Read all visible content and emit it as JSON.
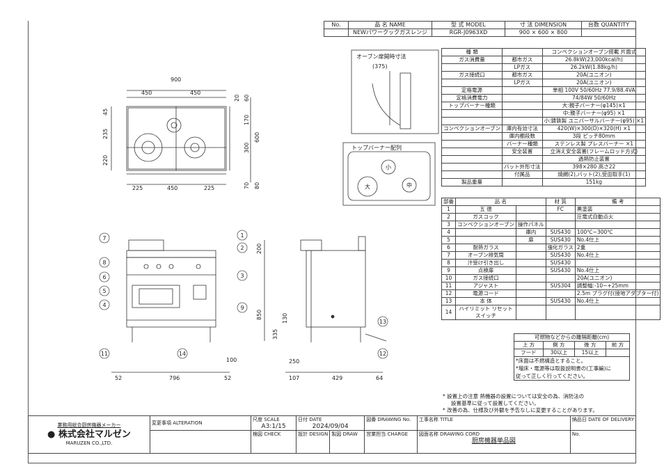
{
  "header": {
    "no_label": "No.",
    "name_label": "品 名 NAME",
    "model_label": "型 式 MODEL",
    "dimension_label": "寸 法 DIMENSION",
    "quantity_label": "台数 QUANTITY",
    "name": "NEWパワークックガスレンジ",
    "model": "RGR-J0963XD",
    "dimension": "900 × 600 × 800"
  },
  "specs": [
    [
      "種 類",
      "",
      "コンベクションオーブン搭載 片面式"
    ],
    [
      "ガス消費量",
      "都市ガス",
      "26.8kW(23,000kcal/h)"
    ],
    [
      "",
      "LPガス",
      "26.2kW(1.88kg/h)"
    ],
    [
      "ガス接続口",
      "都市ガス",
      "20A(ユニオン)"
    ],
    [
      "",
      "LPガス",
      "20A(ユニオン)"
    ],
    [
      "定格電源",
      "",
      "単相 100V 50/60Hz 77.9/88.4VA"
    ],
    [
      "定格消費電力",
      "",
      "74/84W 50/60Hz"
    ],
    [
      "トップバーナー種類",
      "",
      "大:親子バーナー(φ145)×1"
    ],
    [
      "",
      "",
      "中:親子バーナー(φ95) ×1"
    ],
    [
      "",
      "",
      "小:鋳鉄製 ユニバーサルバーナー(φ95) ×1"
    ],
    [
      "コンベクションオーブン",
      "庫内有効寸法",
      "420(W)×300(D)×320(H) ×1"
    ],
    [
      "",
      "庫内棚段数",
      "3段 ピッチ80mm"
    ],
    [
      "",
      "バーナー種類",
      "ステンレス製 プレスバーナー ×1"
    ],
    [
      "",
      "安全装置",
      "立消え安全装置(フレームロッド方式)"
    ],
    [
      "",
      "",
      "過熱防止装置"
    ],
    [
      "",
      "バット外形寸法",
      "398×280 高さ22"
    ],
    [
      "",
      "付属品",
      "焼網(2),バット(2),受皿取手(1)"
    ],
    [
      "製品重量",
      "",
      "151kg"
    ]
  ],
  "parts_header": [
    "部番",
    "品 名",
    "材 質",
    "備 考"
  ],
  "parts": [
    [
      "1",
      "五 徳",
      "",
      "FC",
      "黒塗装"
    ],
    [
      "2",
      "ガスコック",
      "",
      "",
      "圧電式自動点火"
    ],
    [
      "3",
      "コンベクションオーブン",
      "操作パネル",
      "",
      ""
    ],
    [
      "4",
      "",
      "庫内",
      "SUS430",
      "100℃~300℃"
    ],
    [
      "5",
      "",
      "扉",
      "SUS430",
      "No.4仕上"
    ],
    [
      "6",
      "耐熱ガラス",
      "",
      "強化ガラス",
      "2重"
    ],
    [
      "7",
      "オーブン排気筒",
      "",
      "SUS430",
      "No.4仕上"
    ],
    [
      "8",
      "汁受け引き出し",
      "",
      "SUS430",
      ""
    ],
    [
      "9",
      "点検扉",
      "",
      "SUS430",
      "No.4仕上"
    ],
    [
      "10",
      "ガス接続口",
      "",
      "",
      "20A(ユニオン)"
    ],
    [
      "11",
      "アジャスト",
      "",
      "SUS304",
      "調整幅:-10~+25mm"
    ],
    [
      "12",
      "電源コード",
      "",
      "",
      "2.5m プラグ付(接地アダプター付)"
    ],
    [
      "13",
      "本 体",
      "",
      "SUS430",
      "No.4仕上"
    ],
    [
      "14",
      "ハイリミット リセットスイッチ",
      "",
      "",
      ""
    ]
  ],
  "clearance": {
    "title": "可燃物などからの離隔距離(cm)",
    "headers": [
      "上 方",
      "側 方",
      "後 方",
      "前 方"
    ],
    "values": [
      "フード",
      "30以上",
      "15以上",
      ""
    ],
    "note1": "*床面は不燃構造とすること。",
    "note2": "*増床・電源等は取扱説明書の(工事編)に",
    "note3": "従って正しく行ってください。"
  },
  "notes": [
    "* 設置上の注意 熱機器の設置については安全の為、消防法の",
    "設置基準に従って設置してください。",
    "* 改善の為、仕様及び外観を予告なしに変更することがあります。"
  ],
  "drawing": {
    "oven_label": "オーブン扉開時寸法",
    "oven_dim": "(375)",
    "burner_layout_label": "トップバーナー配列",
    "burner_large": "大",
    "burner_medium": "中",
    "burner_small": "小",
    "top_dims": {
      "w": "900",
      "l": "450",
      "r": "450",
      "b1": "225",
      "b2": "450",
      "b3": "225",
      "v1": "45",
      "v2": "235",
      "v3": "220",
      "r1": "20",
      "r2": "60",
      "r3": "170",
      "r4": "300",
      "r5": "600",
      "r6": "70",
      "r7": "80"
    },
    "front_dims": {
      "d1": "52",
      "d2": "796",
      "d3": "52",
      "d4": "100",
      "h1": "200",
      "h2": "850"
    },
    "side_dims": {
      "d1": "250",
      "d2": "107",
      "d3": "429",
      "d4": "64",
      "h1": "335",
      "h2": "130"
    },
    "callouts": [
      "1",
      "2",
      "3",
      "4",
      "5",
      "6",
      "7",
      "8",
      "9",
      "11",
      "12",
      "13",
      "14"
    ]
  },
  "title_block": {
    "maker_label": "業務用総合厨房機器メーカー",
    "company": "株式会社マルゼン",
    "company_en": "MARUZEN CO.,LTD.",
    "alteration_label": "変更事項 ALTERATION",
    "scale_label": "尺度 SCALE",
    "scale": "A3:1/15",
    "date_label": "日付 DATE",
    "date": "2024/09/04",
    "drawing_no_label": "図番 DRAWING No.",
    "title_label": "工事名称 TITLE",
    "delivery_label": "納品日 DATE OF DELIVERY",
    "check_label": "検図 CHECK",
    "design_label": "設計 DESIGN",
    "draw_label": "製図 DRAW",
    "charge_label": "営業担当 CHARGE",
    "drawing_cord_label": "図面名称 DRAWING CORD",
    "drawing_cord": "厨房機器単品図",
    "no_label": "No."
  }
}
